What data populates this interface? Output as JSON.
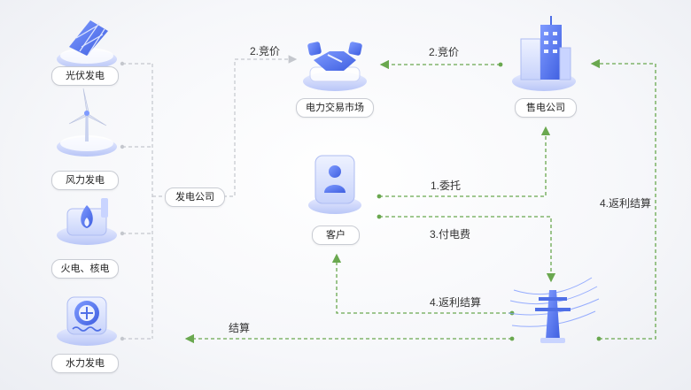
{
  "sources": [
    {
      "label": "光伏发电",
      "icon": "solar-panel-icon"
    },
    {
      "label": "风力发电",
      "icon": "wind-turbine-icon"
    },
    {
      "label": "火电、核电",
      "icon": "flame-power-icon"
    },
    {
      "label": "水力发电",
      "icon": "hydro-turbine-icon"
    }
  ],
  "nodes": {
    "generation_company": "发电公司",
    "power_market": "电力交易市场",
    "retail_company": "售电公司",
    "customer": "客户"
  },
  "edges": {
    "bid_gen": "2.竞价",
    "bid_retail": "2.竞价",
    "entrust": "1.委托",
    "pay": "3.付电费",
    "rebate_customer": "4.返利结算",
    "rebate_retail": "4.返利结算",
    "settle": "结算"
  },
  "icons": {
    "market": "handshake-icon",
    "retail": "office-building-icon",
    "customer": "customer-badge-icon",
    "grid": "power-tower-icon"
  },
  "colors": {
    "gray_line": "#c4c7cd",
    "green_line": "#6aa84f",
    "icon_blue": "#4f6fe6",
    "icon_light": "#c9d4ff"
  }
}
